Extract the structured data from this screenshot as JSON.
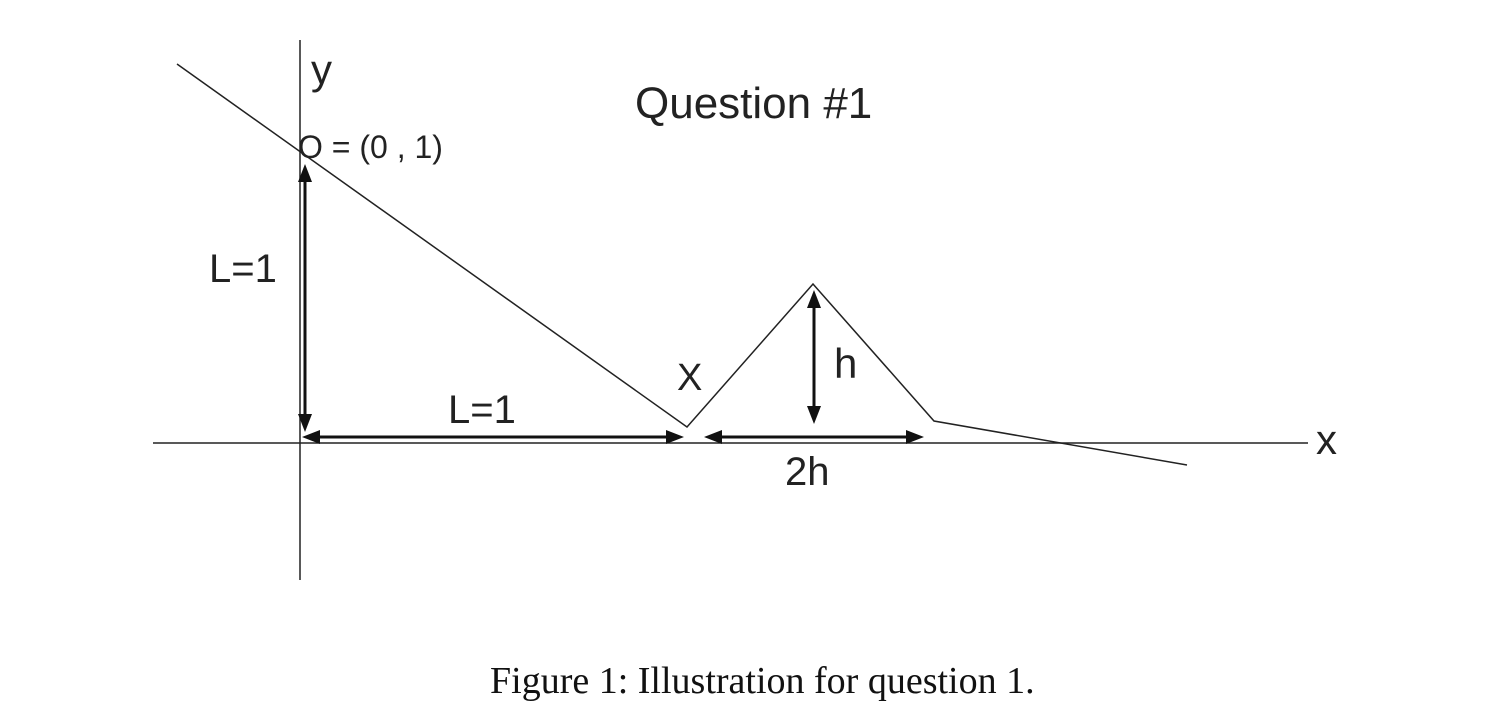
{
  "diagram": {
    "title": "Question #1",
    "axis_labels": {
      "y": "y",
      "x": "x"
    },
    "point_label": "O = (0 , 1)",
    "labels": {
      "vertical_length": "L=1",
      "horizontal_length": "L=1",
      "bump_start": "X",
      "bump_height": "h",
      "bump_width": "2h"
    }
  },
  "caption": "Figure 1: Illustration for question 1."
}
